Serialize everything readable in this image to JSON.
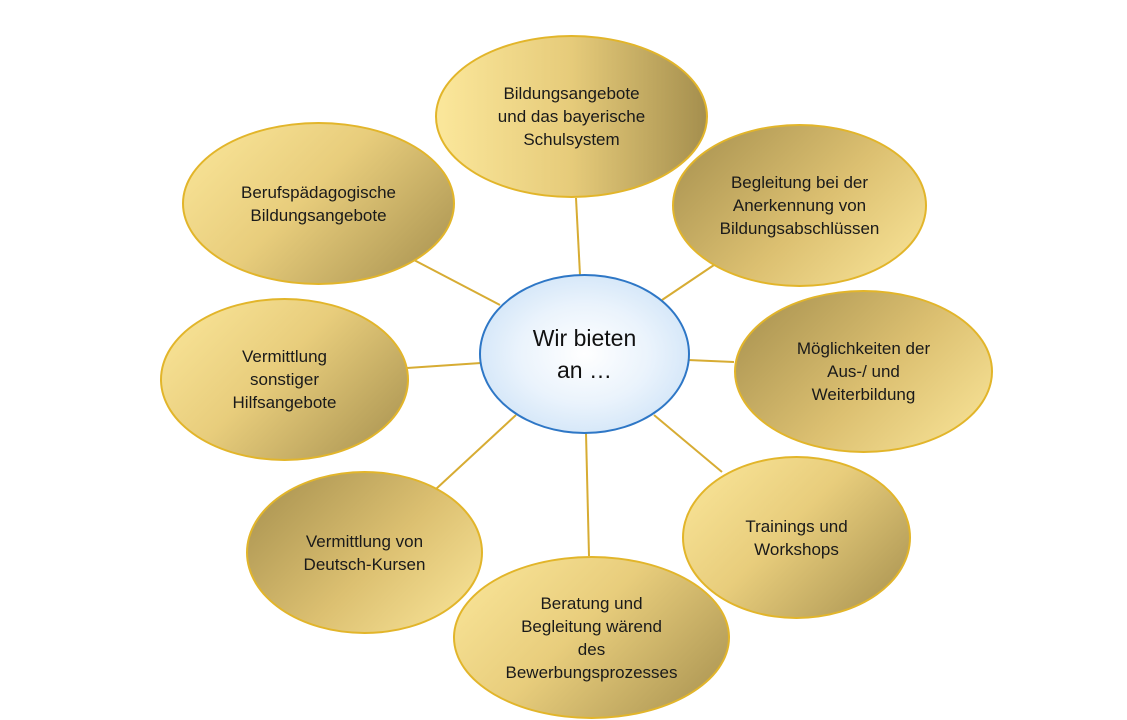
{
  "center": {
    "label": "Wir bieten\nan …"
  },
  "nodes": [
    {
      "id": "bildungsangebote-schulsystem",
      "label": "Bildungsangebote\nund das bayerische\nSchulsystem"
    },
    {
      "id": "anerkennung",
      "label": "Begleitung bei der\nAnerkennung von\nBildungsabschlüssen"
    },
    {
      "id": "aus-weiterbildung",
      "label": "Möglichkeiten der\nAus-/ und\nWeiterbildung"
    },
    {
      "id": "trainings-workshops",
      "label": "Trainings und\nWorkshops"
    },
    {
      "id": "bewerbungsprozess",
      "label": "Beratung und\nBegleitung wärend\ndes\nBewerbungsprozesses"
    },
    {
      "id": "deutsch-kurse",
      "label": "Vermittlung von\nDeutsch-Kursen"
    },
    {
      "id": "hilfsangebote",
      "label": "Vermittlung\nsonstiger\nHilfsangebote"
    },
    {
      "id": "berufspaedagogisch",
      "label": "Berufspädagogische\nBildungsangebote"
    }
  ],
  "colors": {
    "node_fill": "#e8cd7c",
    "node_border": "#e2b52a",
    "connector": "#d7ac33",
    "center_fill": "#d6e8f9",
    "center_border": "#2e77c6"
  }
}
